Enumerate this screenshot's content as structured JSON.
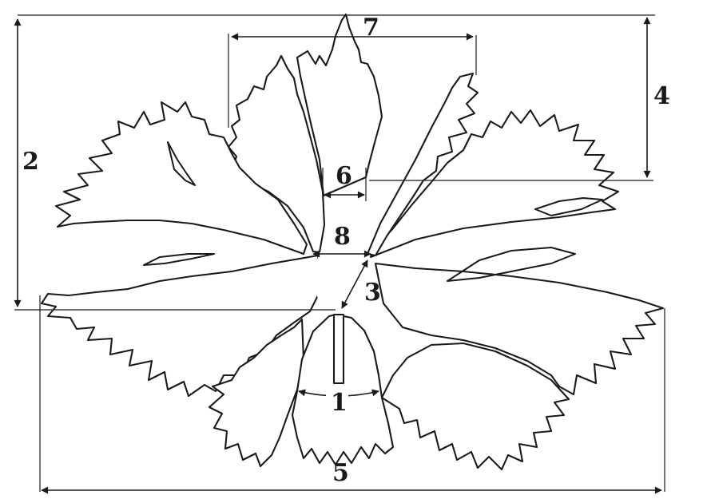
{
  "labels": {
    "m1": "1",
    "m2": "2",
    "m3": "3",
    "m4": "4",
    "m5": "5",
    "m6": "6",
    "m7": "7",
    "m8": "8"
  },
  "colors": {
    "ink": "#1a1a1a",
    "paper": "#ffffff"
  }
}
